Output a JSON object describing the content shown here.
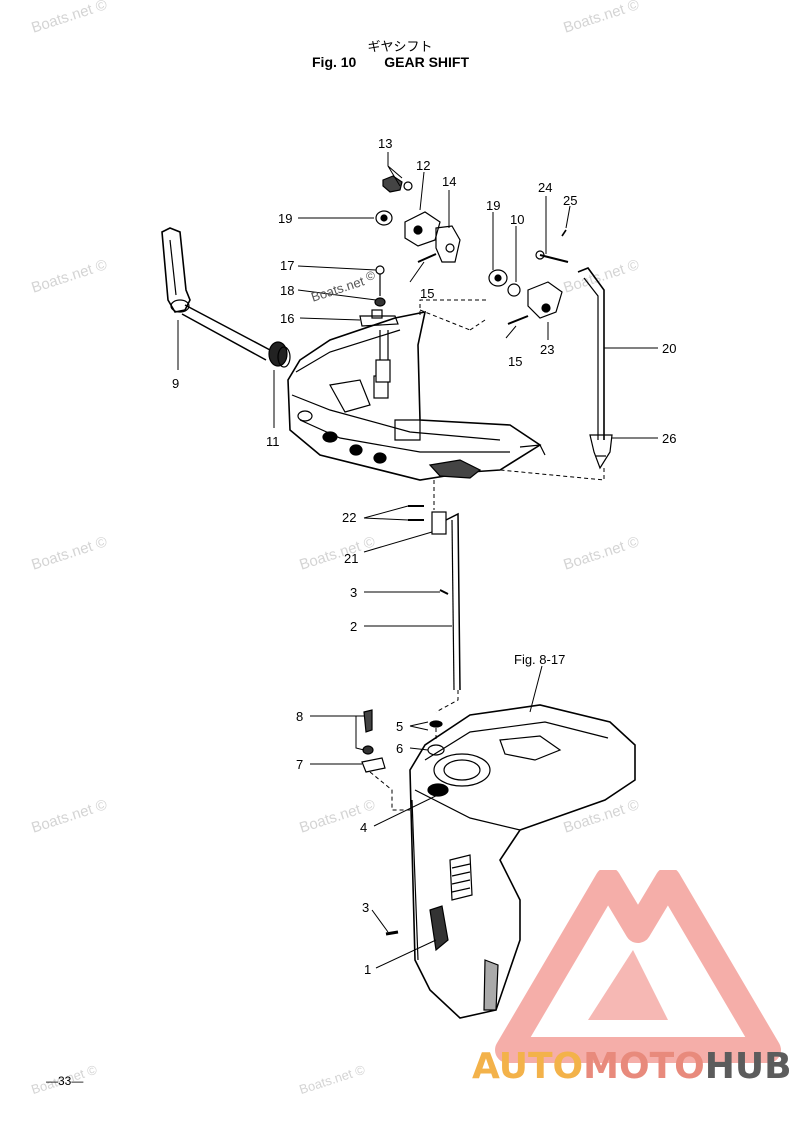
{
  "header": {
    "title_jp": "ギヤシフト",
    "fig_no": "Fig. 10",
    "title_en": "GEAR SHIFT"
  },
  "reference": "Fig. 8-17",
  "page_number": "—33—",
  "watermark": "Boats.net ©",
  "watermark_inline": "Boats.net",
  "logo": {
    "part1": "AUTO",
    "part2": "MOTO",
    "part3": "HUB",
    "colors": {
      "auto": "#f3b24a",
      "moto": "#e88a7c",
      "hub": "#5c5c5c",
      "triangle": "#f29a94"
    }
  },
  "callouts": {
    "c13": "13",
    "c12": "12",
    "c14": "14",
    "c19a": "19",
    "c19b": "19",
    "c10": "10",
    "c24": "24",
    "c25": "25",
    "c17": "17",
    "c18": "18",
    "c16": "16",
    "c15a": "15",
    "c15b": "15",
    "c23": "23",
    "c20": "20",
    "c9": "9",
    "c11": "11",
    "c26": "26",
    "c22": "22",
    "c21": "21",
    "c3a": "3",
    "c2": "2",
    "c8": "8",
    "c5": "5",
    "c6": "6",
    "c7": "7",
    "c4": "4",
    "c3b": "3",
    "c1": "1"
  }
}
